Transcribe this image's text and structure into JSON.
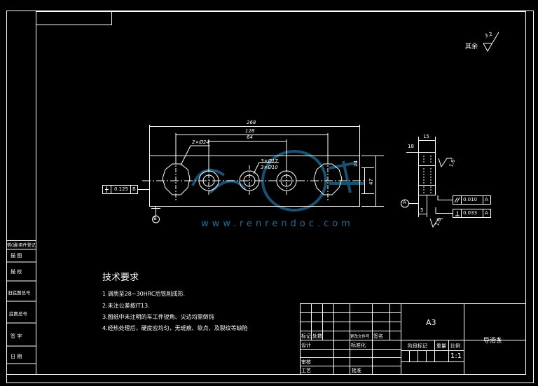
{
  "roughness": {
    "label": "其余",
    "value": "3.2"
  },
  "dims": {
    "d268": "268",
    "d128": "128",
    "d64": "64",
    "holes24": "2×Ø24",
    "holes17": "3×Ø17",
    "holes10": "3×Ø10",
    "h24": "24",
    "h47": "47",
    "flatness_val": "0.125",
    "flatness_ref": "B",
    "datum_b": "B",
    "side_15": "15",
    "side_18": "18",
    "side_5": "5",
    "side_ra_top": "1.6",
    "side_ra_bot": "1.6",
    "parallel_val": "0.010",
    "parallel_ref": "A",
    "perp_val": "0.033",
    "perp_ref": "A",
    "datum_a": "A"
  },
  "tech": {
    "title": "技术要求",
    "items": [
      "1  调质至28~30HRC后铣削成形.",
      "2.未注公差按IT13.",
      "3.图纸中未注明的车工件锐角、尖边均需倒钝",
      "4.经热处理后，硬度应均匀，无斑痕、软点、及裂纹等缺陷"
    ]
  },
  "left_strip": [
    "借(通)用件登记",
    "描  图",
    "描  校",
    "旧底图总号",
    "底图总号",
    "签  字",
    "日  期"
  ],
  "title_block": {
    "paper": "A3",
    "part_name": "导滑条",
    "row1": [
      "标记",
      "处数",
      "更改文件号",
      "签名"
    ],
    "row2": [
      "设计",
      "标准化"
    ],
    "stage": "阶段标记",
    "weight": "重量",
    "scale_label": "比例",
    "scale": "1:1",
    "row3": [
      "审核"
    ],
    "row4": [
      "工艺",
      "批准"
    ]
  },
  "watermark": "www.renrendoc.com"
}
